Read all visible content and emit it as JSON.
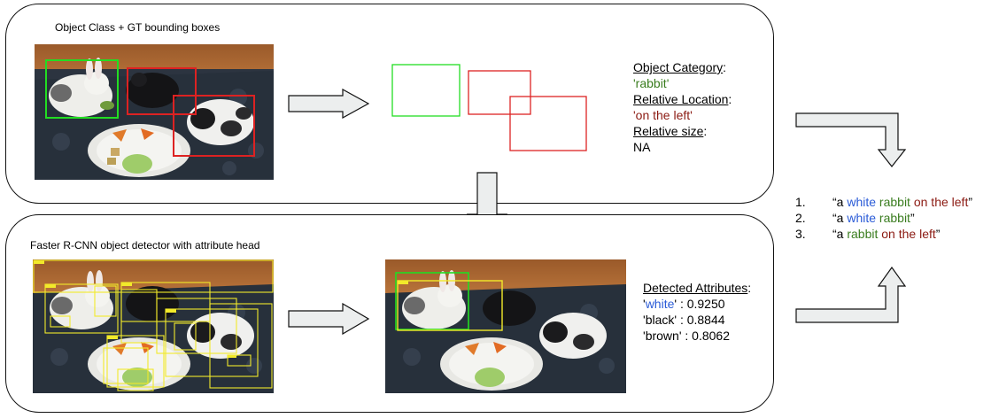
{
  "top_panel": {
    "title": "Object Class + GT  bounding boxes",
    "info": {
      "category_label": "Object Category",
      "category_value": "'rabbit'",
      "location_label": "Relative Location",
      "location_value": "'on the left'",
      "size_label": "Relative size",
      "size_value": "NA"
    }
  },
  "bottom_panel": {
    "title": "Faster R-CNN object detector with attribute head",
    "attributes_label": "Detected Attributes",
    "attributes": [
      {
        "name": "white",
        "name_color": "#2a5bd7",
        "score": "0.9250"
      },
      {
        "name": "black",
        "name_color": "#000000",
        "score": "0.8844"
      },
      {
        "name": "brown",
        "name_color": "#000000",
        "score": "0.8062"
      }
    ]
  },
  "captions": [
    {
      "num": "1.",
      "parts": [
        {
          "text": "“a ",
          "color": "#000000"
        },
        {
          "text": "white",
          "color": "#2a5bd7"
        },
        {
          "text": " ",
          "color": "#000000"
        },
        {
          "text": "rabbit",
          "color": "#3a7d1f"
        },
        {
          "text": " on the left",
          "color": "#8b1a12"
        },
        {
          "text": "”",
          "color": "#000000"
        }
      ]
    },
    {
      "num": "2.",
      "parts": [
        {
          "text": "“a ",
          "color": "#000000"
        },
        {
          "text": "white",
          "color": "#2a5bd7"
        },
        {
          "text": " ",
          "color": "#000000"
        },
        {
          "text": "rabbit",
          "color": "#3a7d1f"
        },
        {
          "text": "”",
          "color": "#000000"
        }
      ]
    },
    {
      "num": "3.",
      "parts": [
        {
          "text": "“a ",
          "color": "#000000"
        },
        {
          "text": "rabbit",
          "color": "#3a7d1f"
        },
        {
          "text": " on the left",
          "color": "#8b1a12"
        },
        {
          "text": "”",
          "color": "#000000"
        }
      ]
    }
  ],
  "colors": {
    "gt_green": "#22dd22",
    "gt_red": "#dd2222",
    "detector_yellow": "#f2ea2a",
    "arrow_fill": "#eceeee"
  }
}
